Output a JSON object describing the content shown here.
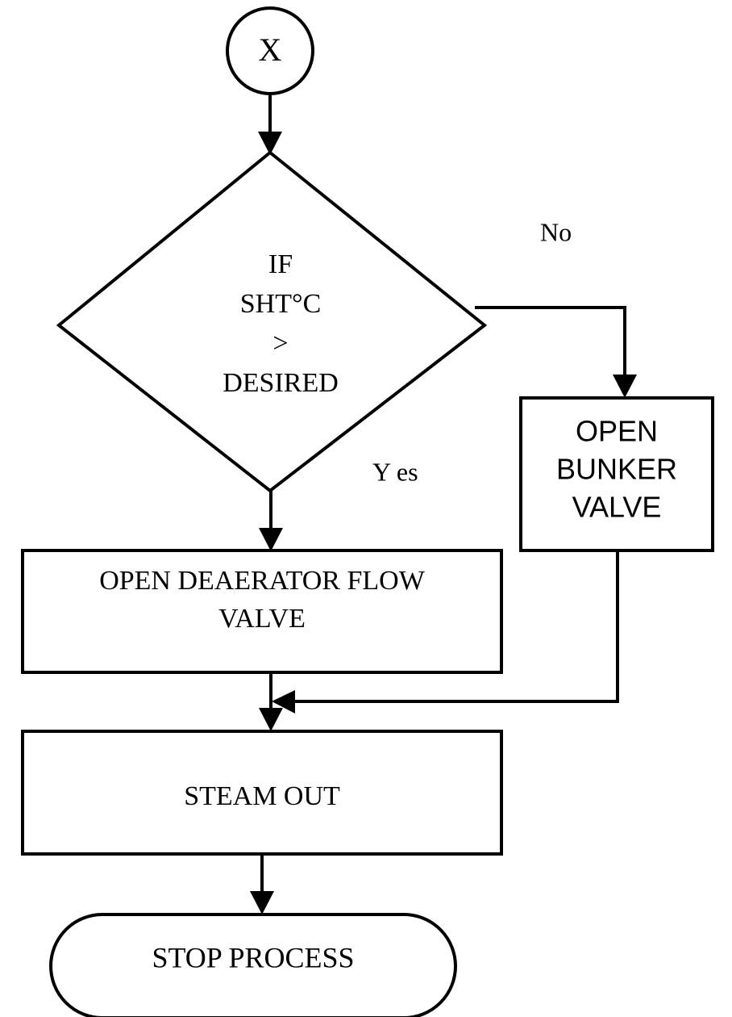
{
  "diagram": {
    "type": "flowchart",
    "title": "Boiler superheat temperature control flowchart",
    "background_color": "#ffffff",
    "line_color": "#000000"
  },
  "nodes": {
    "start": {
      "shape": "circle",
      "label": "X"
    },
    "decision": {
      "shape": "diamond",
      "line1": "IF",
      "line2": "SHT°C",
      "line3": ">",
      "line4": "DESIRED"
    },
    "deaerator": {
      "shape": "rectangle",
      "line1": "OPEN DEAERATOR FLOW",
      "line2": "VALVE"
    },
    "bunker": {
      "shape": "rectangle",
      "line1": "OPEN",
      "line2": "BUNKER",
      "line3": "VALVE"
    },
    "steam_out": {
      "shape": "rectangle",
      "label": "STEAM OUT"
    },
    "stop": {
      "shape": "stadium",
      "label": "STOP PROCESS"
    }
  },
  "edge_labels": {
    "no": "No",
    "yes": "Y es"
  }
}
